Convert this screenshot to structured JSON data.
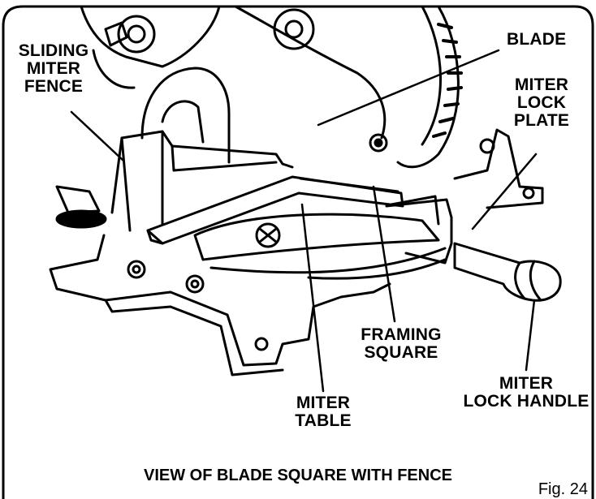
{
  "labels": {
    "sliding_miter_fence": [
      "SLIDING",
      "MITER",
      "FENCE"
    ],
    "blade": "BLADE",
    "miter_lock_plate": [
      "MITER",
      "LOCK",
      "PLATE"
    ],
    "framing_square": [
      "FRAMING",
      "SQUARE"
    ],
    "miter_table": [
      "MITER",
      "TABLE"
    ],
    "miter_lock_handle": [
      "MITER",
      "LOCK HANDLE"
    ]
  },
  "caption": "VIEW OF BLADE SQUARE WITH FENCE",
  "figure_number": "Fig. 24"
}
